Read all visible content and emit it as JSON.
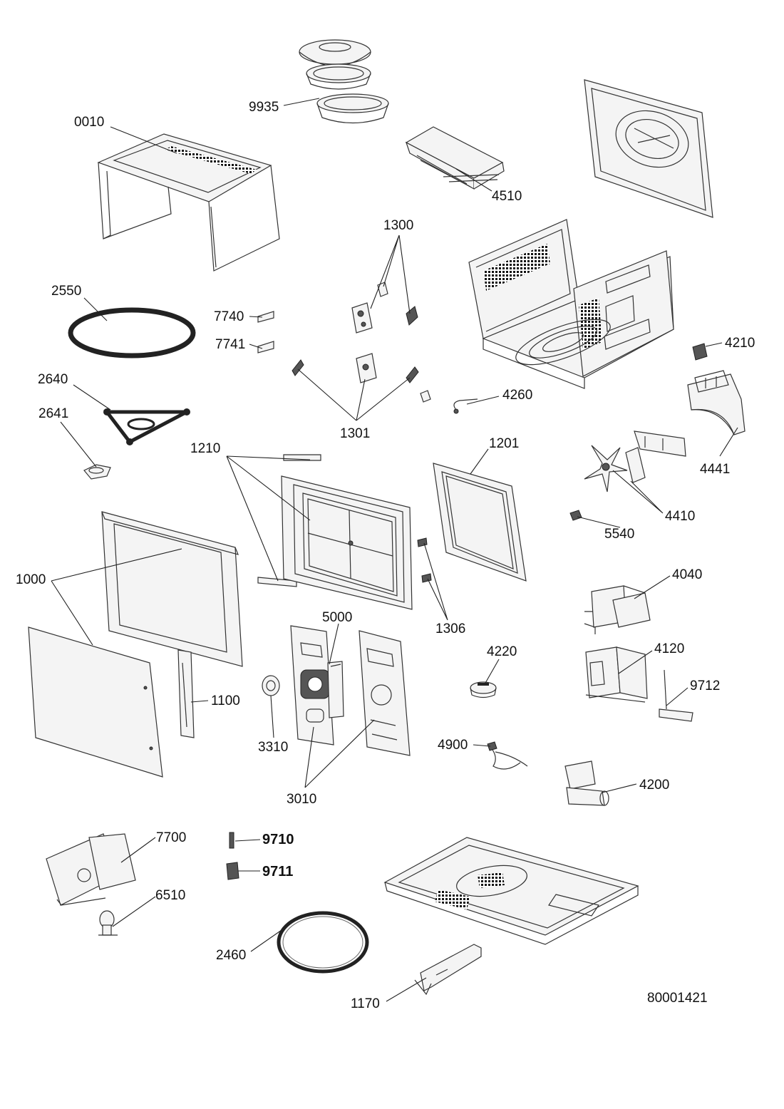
{
  "diagram_id": "80001421",
  "parts": [
    {
      "id": "part-0010",
      "label": "0010",
      "icon": "outer-case-icon"
    },
    {
      "id": "part-9935",
      "label": "9935",
      "icon": "cookware-set-icon"
    },
    {
      "id": "part-4510",
      "label": "4510",
      "icon": "grill-heater-icon"
    },
    {
      "id": "part-1300",
      "label": "1300",
      "icon": "door-switch-icon"
    },
    {
      "id": "part-2550",
      "label": "2550",
      "icon": "roller-ring-icon"
    },
    {
      "id": "part-7740",
      "label": "7740",
      "icon": "small-plate-icon"
    },
    {
      "id": "part-7741",
      "label": "7741",
      "icon": "small-plate-icon"
    },
    {
      "id": "part-4210",
      "label": "4210",
      "icon": "small-bracket-icon"
    },
    {
      "id": "part-2640",
      "label": "2640",
      "icon": "turntable-support-icon"
    },
    {
      "id": "part-2641",
      "label": "2641",
      "icon": "coupler-icon"
    },
    {
      "id": "part-1301",
      "label": "1301",
      "icon": "microswitch-icon"
    },
    {
      "id": "part-4260",
      "label": "4260",
      "icon": "thermal-fuse-icon"
    },
    {
      "id": "part-4441",
      "label": "4441",
      "icon": "air-duct-icon"
    },
    {
      "id": "part-1210",
      "label": "1210",
      "icon": "hinge-icon"
    },
    {
      "id": "part-1201",
      "label": "1201",
      "icon": "choke-frame-icon"
    },
    {
      "id": "part-4410",
      "label": "4410",
      "icon": "fan-motor-icon"
    },
    {
      "id": "part-5540",
      "label": "5540",
      "icon": "clip-icon"
    },
    {
      "id": "part-1000",
      "label": "1000",
      "icon": "door-assembly-icon"
    },
    {
      "id": "part-4040",
      "label": "4040",
      "icon": "transformer-icon"
    },
    {
      "id": "part-5000",
      "label": "5000",
      "icon": "pcb-icon"
    },
    {
      "id": "part-1306",
      "label": "1306",
      "icon": "latch-icon"
    },
    {
      "id": "part-4220",
      "label": "4220",
      "icon": "turntable-motor-icon"
    },
    {
      "id": "part-4120",
      "label": "4120",
      "icon": "magnetron-icon"
    },
    {
      "id": "part-9712",
      "label": "9712",
      "icon": "ground-wire-icon"
    },
    {
      "id": "part-1100",
      "label": "1100",
      "icon": "door-handle-icon"
    },
    {
      "id": "part-3310",
      "label": "3310",
      "icon": "knob-icon"
    },
    {
      "id": "part-4900",
      "label": "4900",
      "icon": "wire-harness-icon"
    },
    {
      "id": "part-4200",
      "label": "4200",
      "icon": "capacitor-icon"
    },
    {
      "id": "part-3010",
      "label": "3010",
      "icon": "control-panel-icon"
    },
    {
      "id": "part-7700",
      "label": "7700",
      "icon": "mounting-bracket-icon"
    },
    {
      "id": "part-9710",
      "label": "9710",
      "icon": "fuse-icon"
    },
    {
      "id": "part-9711",
      "label": "9711",
      "icon": "fuse-holder-icon"
    },
    {
      "id": "part-6510",
      "label": "6510",
      "icon": "lamp-icon"
    },
    {
      "id": "part-2460",
      "label": "2460",
      "icon": "gasket-ring-icon"
    },
    {
      "id": "part-1170",
      "label": "1170",
      "icon": "power-cord-icon"
    }
  ]
}
